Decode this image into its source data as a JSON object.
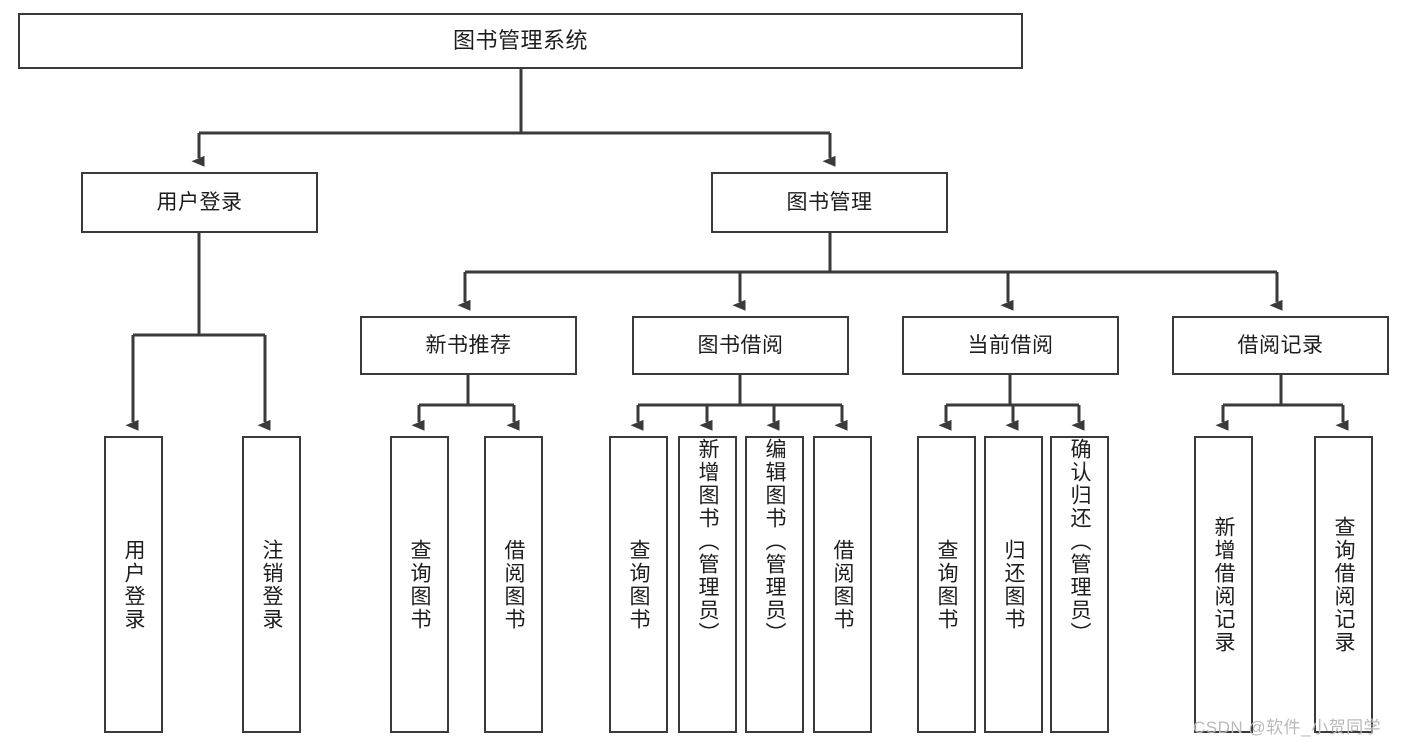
{
  "diagram": {
    "title": "图书管理系统",
    "type": "hierarchy-tree",
    "root": {
      "id": "root",
      "label": "图书管理系统"
    },
    "level1": [
      {
        "id": "user-login",
        "label": "用户登录"
      },
      {
        "id": "book-manage",
        "label": "图书管理"
      }
    ],
    "level2": [
      {
        "id": "new-book-recommend",
        "label": "新书推荐",
        "parent": "book-manage"
      },
      {
        "id": "book-borrow",
        "label": "图书借阅",
        "parent": "book-manage"
      },
      {
        "id": "current-borrow",
        "label": "当前借阅",
        "parent": "book-manage"
      },
      {
        "id": "borrow-record",
        "label": "借阅记录",
        "parent": "book-manage"
      }
    ],
    "leaves": [
      {
        "id": "leaf-user-login",
        "label": "用户登录",
        "parent": "user-login"
      },
      {
        "id": "leaf-logout-login",
        "label": "注销登录",
        "parent": "user-login"
      },
      {
        "id": "leaf-query-book-1",
        "label": "查询图书",
        "parent": "new-book-recommend"
      },
      {
        "id": "leaf-borrow-book-1",
        "label": "借阅图书",
        "parent": "new-book-recommend"
      },
      {
        "id": "leaf-query-book-2",
        "label": "查询图书",
        "parent": "book-borrow"
      },
      {
        "id": "leaf-add-book",
        "label": "新增图书（管理员）",
        "parent": "book-borrow"
      },
      {
        "id": "leaf-edit-book",
        "label": "编辑图书（管理员）",
        "parent": "book-borrow"
      },
      {
        "id": "leaf-borrow-book-2",
        "label": "借阅图书",
        "parent": "book-borrow"
      },
      {
        "id": "leaf-query-book-3",
        "label": "查询图书",
        "parent": "current-borrow"
      },
      {
        "id": "leaf-return-book",
        "label": "归还图书",
        "parent": "current-borrow"
      },
      {
        "id": "leaf-confirm-return",
        "label": "确认归还（管理员）",
        "parent": "current-borrow"
      },
      {
        "id": "leaf-add-record",
        "label": "新增借阅记录",
        "parent": "borrow-record"
      },
      {
        "id": "leaf-query-record",
        "label": "查询借阅记录",
        "parent": "borrow-record"
      }
    ],
    "colors": {
      "stroke": "#3a3a3a",
      "fill": "#ffffff",
      "text": "#1d1d1d",
      "watermark": "#b9b9b9"
    }
  },
  "watermark": {
    "text": "CSDN @软件_小贺同学"
  }
}
